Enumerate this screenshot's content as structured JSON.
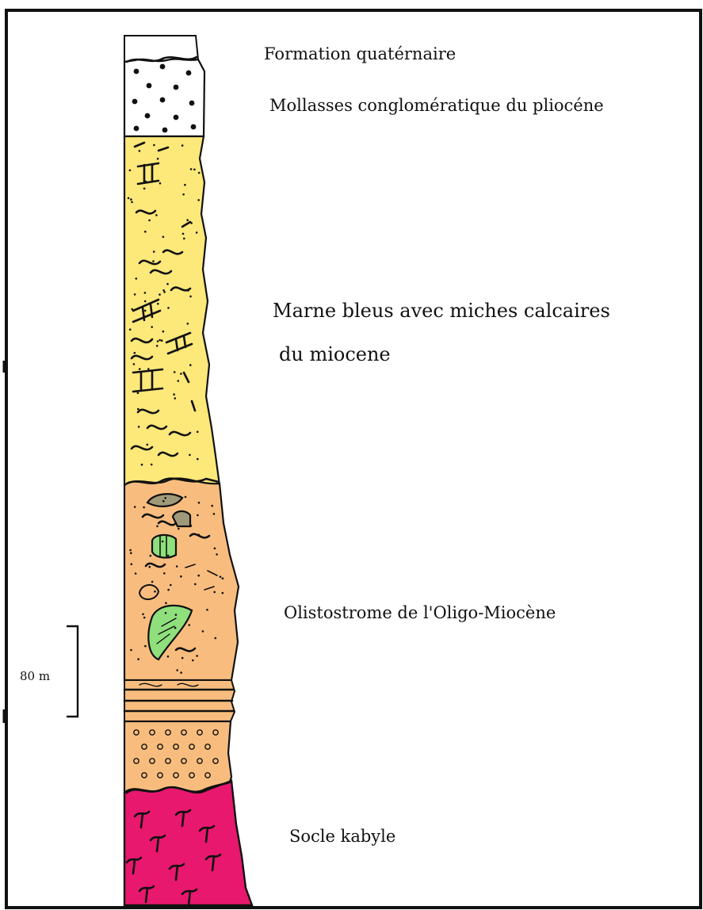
{
  "labels": {
    "quaternary": "Formation quatérnaire",
    "pliocene": "Mollasses conglomératique du pliocéne",
    "miocene_line1": "Marne bleus avec miches calcaires",
    "miocene_line2": "du miocene",
    "olistostrome": "Olistostrome de l'Oligo-Miocène",
    "socle": "Socle kabyle"
  },
  "scale": {
    "value": 80,
    "unit": "m",
    "text": "80 m"
  },
  "colors": {
    "quaternary": "#ffffff",
    "pliocene": "#ffffff",
    "miocene": "#fde87a",
    "olistostrome": "#f8bd7e",
    "socle": "#e8186e",
    "block_green": "#8fe07c",
    "block_olive": "#a09a7a",
    "border": "#111111"
  }
}
